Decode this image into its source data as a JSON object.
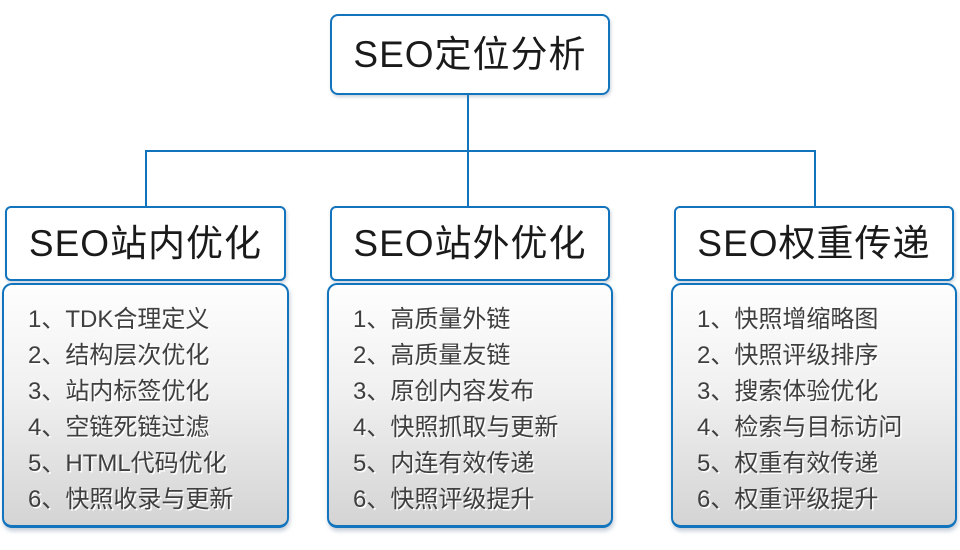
{
  "diagram": {
    "root": {
      "title": "SEO定位分析"
    },
    "columns": [
      {
        "title": "SEO站内优化",
        "items": [
          "1、TDK合理定义",
          "2、结构层次优化",
          "3、站内标签优化",
          "4、空链死链过滤",
          "5、HTML代码优化",
          "6、快照收录与更新"
        ]
      },
      {
        "title": "SEO站外优化",
        "items": [
          "1、高质量外链",
          "2、高质量友链",
          "3、原创内容发布",
          "4、快照抓取与更新",
          "5、内连有效传递",
          "6、快照评级提升"
        ]
      },
      {
        "title": "SEO权重传递",
        "items": [
          "1、快照增缩略图",
          "2、快照评级排序",
          "3、搜索体验优化",
          "4、检索与目标访问",
          "5、权重有效传递",
          "6、权重评级提升"
        ]
      }
    ],
    "colors": {
      "accent_blue": "#1274bd",
      "title_text": "#1a1a1a",
      "list_text": "#3f3f3f",
      "list_gradient_top": "#fefefe",
      "list_gradient_bottom": "#d4d4d4"
    }
  }
}
